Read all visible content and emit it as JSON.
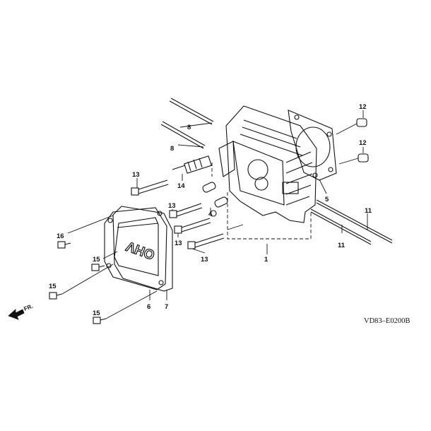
{
  "labels": {
    "cylinder_head": "1",
    "dowel": "4",
    "head_gasket": "5",
    "cover_gasket": "7",
    "head_cover": "6",
    "stud_bolt": "8",
    "push_rod_a": "11",
    "push_rod_b": "11",
    "cap_a": "12",
    "cap_b": "12",
    "bolt_a": "13",
    "bolt_b": "13",
    "bolt_c": "13",
    "bolt_d": "13",
    "spark_plug": "14",
    "cover_bolt_a": "15",
    "cover_bolt_b": "15",
    "cover_bolt_c": "15",
    "cover_bolt_d": "16",
    "stud_bolt_b": "8"
  },
  "cover_logo": "OHV",
  "front_marker": "FR.",
  "diagram_code": "VD83–E0200B",
  "colors": {
    "ink": "#111111",
    "paper": "#ffffff"
  }
}
